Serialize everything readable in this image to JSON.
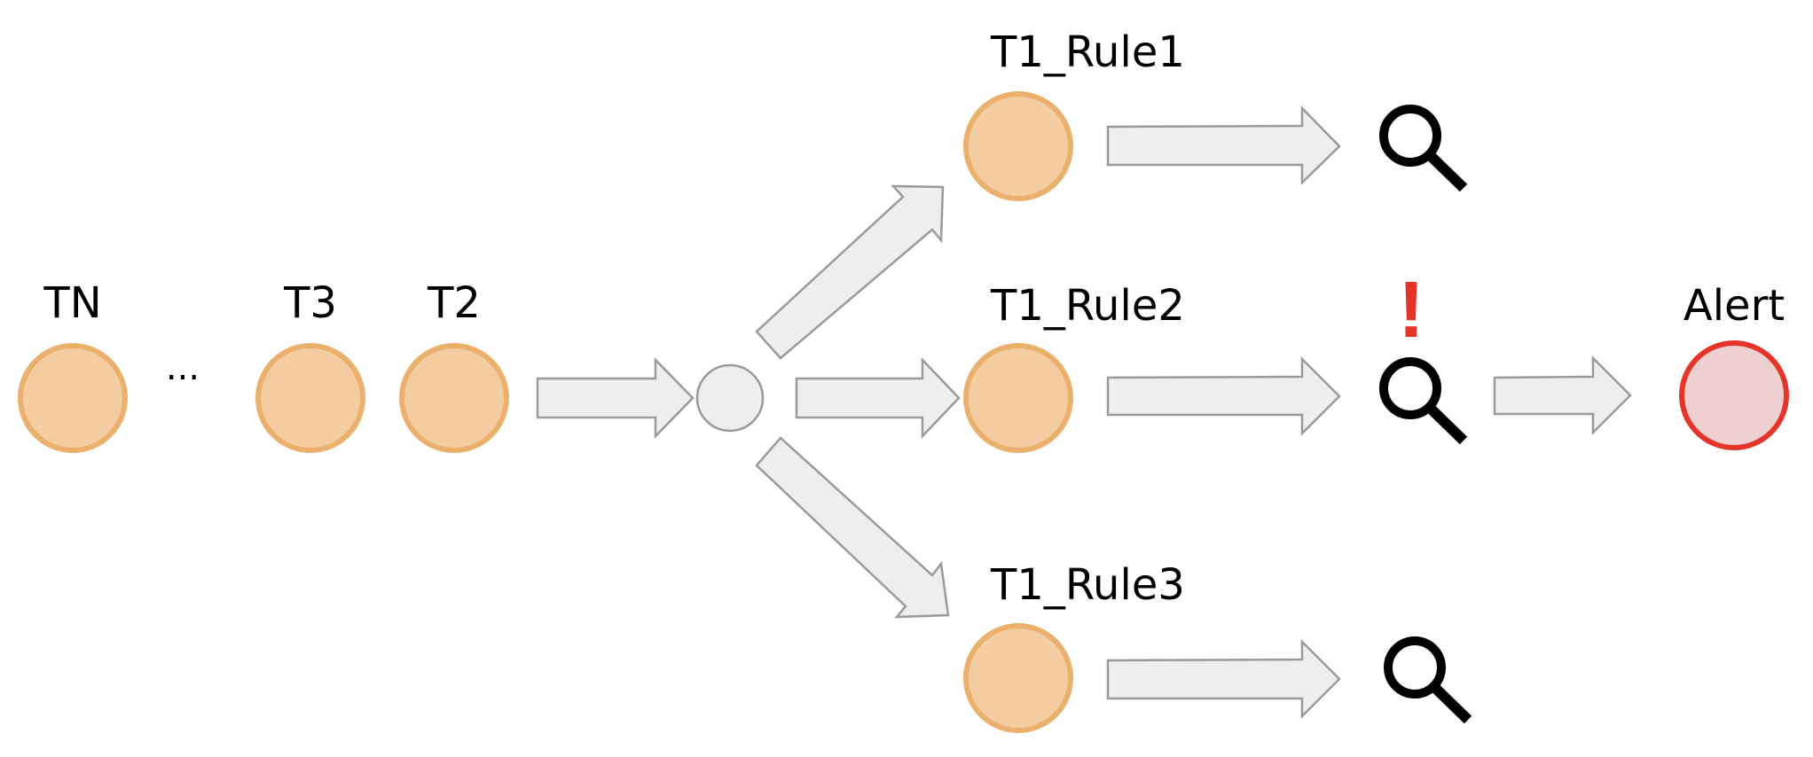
{
  "tokens": [
    {
      "id": "tn",
      "label": "TN"
    },
    {
      "id": "t3",
      "label": "T3"
    },
    {
      "id": "t2",
      "label": "T2"
    }
  ],
  "ellipsis": "...",
  "rules": [
    {
      "id": "rule1",
      "label": "T1_Rule1",
      "matched": false
    },
    {
      "id": "rule2",
      "label": "T1_Rule2",
      "matched": true
    },
    {
      "id": "rule3",
      "label": "T1_Rule3",
      "matched": false
    }
  ],
  "match_marker": "!",
  "alert": {
    "label": "Alert"
  },
  "colors": {
    "token_fill": "#f3cca2",
    "token_stroke": "#ecb06d",
    "alert_fill": "#efd0d0",
    "alert_stroke": "#e53528",
    "match_marker": "#e53528",
    "arrow_fill": "#eeeeee",
    "arrow_stroke": "#9a9a9a",
    "search_icon": "#000000"
  },
  "icons": {
    "search": "search-icon",
    "match": "exclamation-icon"
  }
}
